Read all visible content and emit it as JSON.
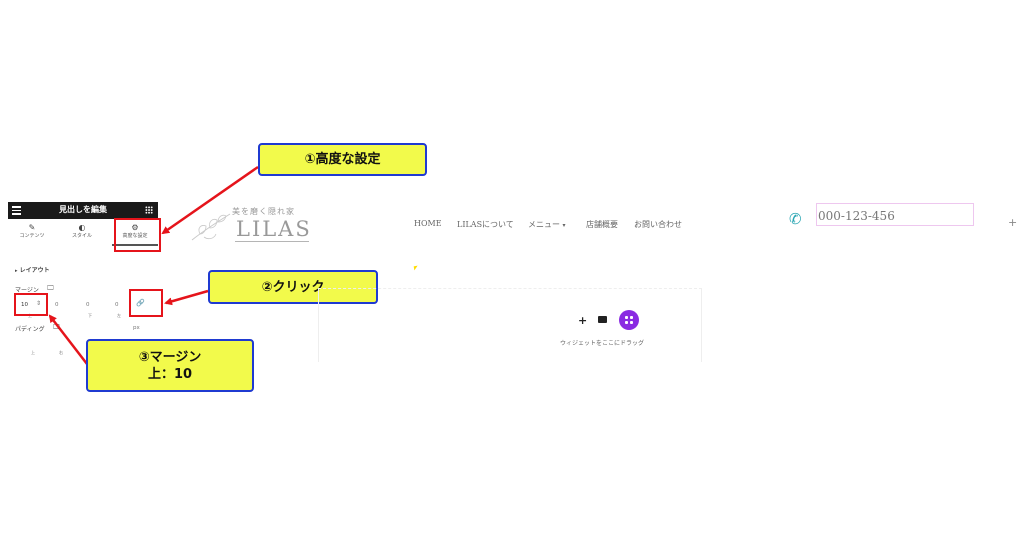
{
  "panel": {
    "title": "見出しを編集",
    "tabs": [
      {
        "label": "コンテンツ",
        "icon": "pencil-icon"
      },
      {
        "label": "スタイル",
        "icon": "contrast-icon"
      },
      {
        "label": "高度な設定",
        "icon": "gear-icon"
      }
    ],
    "section_title": "レイアウト",
    "margin_label": "マージン",
    "margin_values": [
      "10",
      "0",
      "0",
      "0"
    ],
    "margin_sub": [
      "上",
      "下",
      "左"
    ],
    "padding_label": "パディング",
    "padding_unit": "px",
    "padding_sub": [
      "上",
      "右"
    ]
  },
  "callouts": {
    "c1": "①高度な設定",
    "c2": "②クリック",
    "c3_line1": "③マージン",
    "c3_line2": "上：10"
  },
  "site": {
    "logo_tagline": "美を磨く隠れ家",
    "logo_name": "LILAS",
    "nav": [
      "HOME",
      "LILASについて",
      "メニュー",
      "店舗概要",
      "お問い合わせ"
    ],
    "phone": "000-123-456",
    "drop_text": "ウィジェットをここにドラッグ"
  },
  "colors": {
    "callout_bg": "#f2fa4b",
    "callout_border": "#1f3ad1",
    "highlight_red": "#e5141b",
    "phone_icon": "#2aa6b3",
    "widget_purple": "#8a2be2"
  }
}
